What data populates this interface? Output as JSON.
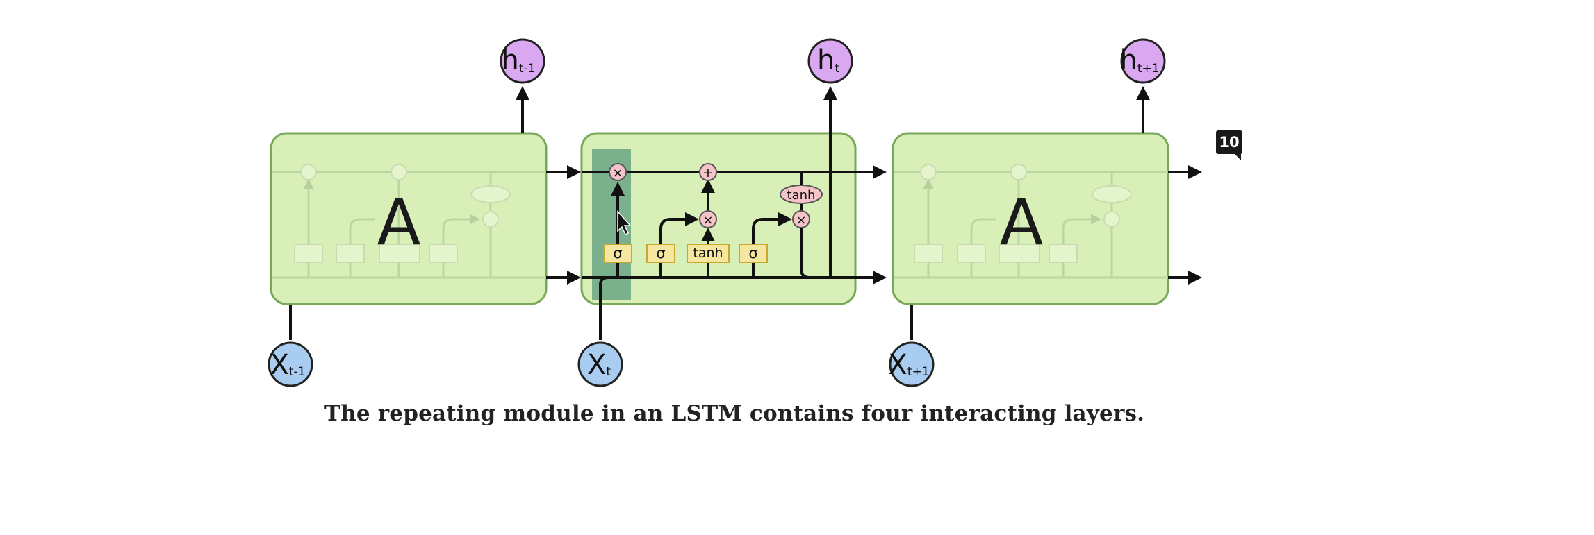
{
  "cells": [
    {
      "label": "A",
      "input": {
        "main": "X",
        "sub": "t-1"
      },
      "output": {
        "main": "h",
        "sub": "t-1"
      }
    },
    {
      "label": "",
      "input": {
        "main": "X",
        "sub": "t"
      },
      "output": {
        "main": "h",
        "sub": "t"
      }
    },
    {
      "label": "A",
      "input": {
        "main": "X",
        "sub": "t+1"
      },
      "output": {
        "main": "h",
        "sub": "t+1"
      }
    }
  ],
  "gates": {
    "forget": "σ",
    "input": "σ",
    "candidate": "tanh",
    "output": "σ",
    "cell_tanh": "tanh"
  },
  "ops": {
    "multiply": "×",
    "add": "+"
  },
  "caption": "The repeating module in an LSTM contains four interacting layers.",
  "badge": "10",
  "colors": {
    "cell_fill": "#d8f0b8",
    "cell_stroke": "#7aa85a",
    "gate_fill": "#f5e6a0",
    "gate_stroke": "#c8a830",
    "op_fill": "#f4c4c8",
    "output_node": "#d9a8f0",
    "input_node": "#a8cdf0",
    "highlight": "#2f7c6a"
  }
}
